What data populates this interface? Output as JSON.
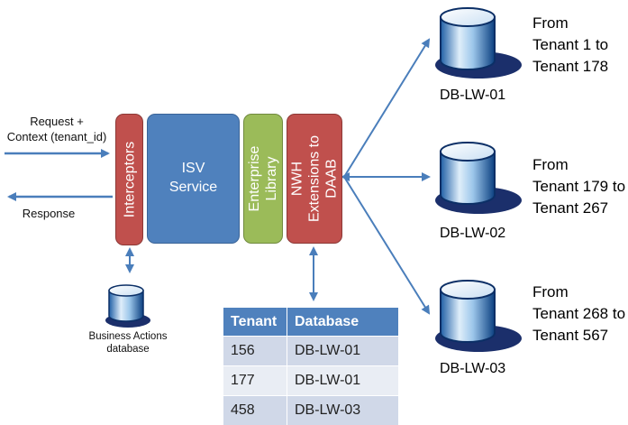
{
  "client": {
    "request_label_line1": "Request +",
    "request_label_line2": "Context (tenant_id)",
    "response_label": "Response"
  },
  "pipeline": {
    "interceptors_label": "Interceptors",
    "isv_line1": "ISV",
    "isv_line2": "Service",
    "enterprise_line1": "Enterprise",
    "enterprise_line2": "Library",
    "nwh_line1": "NWH",
    "nwh_line2": "Extensions to",
    "nwh_line3": "DAAB"
  },
  "business_db": {
    "line1": "Business Actions",
    "line2": "database"
  },
  "shards": [
    {
      "name": "DB-LW-01",
      "range_line1": "From",
      "range_line2": "Tenant 1 to",
      "range_line3": "Tenant 178"
    },
    {
      "name": "DB-LW-02",
      "range_line1": "From",
      "range_line2": "Tenant 179 to",
      "range_line3": "Tenant 267"
    },
    {
      "name": "DB-LW-03",
      "range_line1": "From",
      "range_line2": "Tenant 268 to",
      "range_line3": "Tenant 567"
    }
  ],
  "tenant_table": {
    "headers": [
      "Tenant",
      "Database"
    ],
    "rows": [
      [
        "156",
        "DB-LW-01"
      ],
      [
        "177",
        "DB-LW-01"
      ],
      [
        "458",
        "DB-LW-03"
      ]
    ]
  },
  "colors": {
    "interceptors": "#c0504d",
    "isv_service": "#4f81bd",
    "enterprise_library": "#9bbb59",
    "nwh_extensions": "#c0504d",
    "arrow": "#4a7ebb",
    "table_header": "#4f81bd"
  }
}
